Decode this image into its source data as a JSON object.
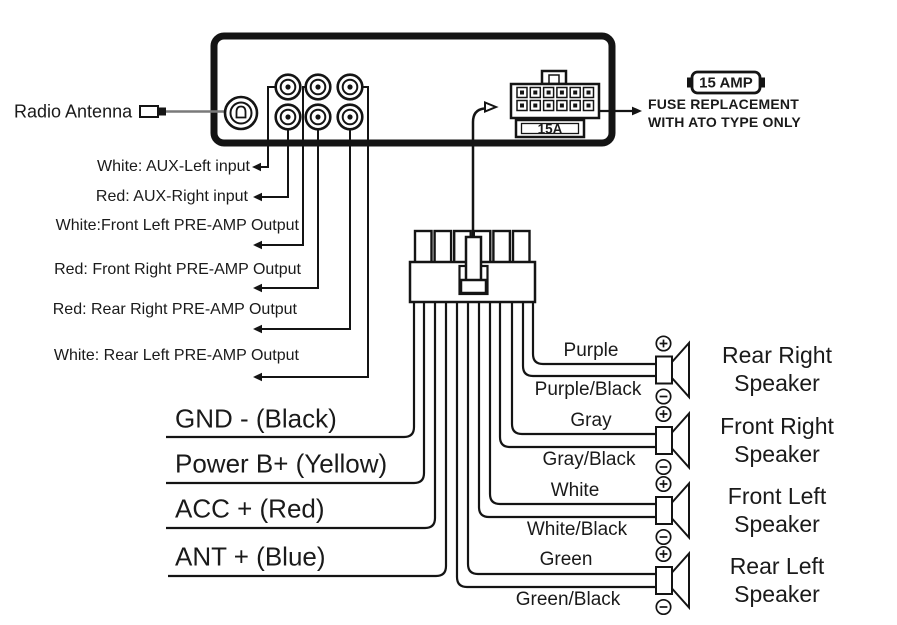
{
  "diagram": {
    "radio_antenna_label": "Radio Antenna",
    "rca_labels": [
      "White: AUX-Left input",
      "Red: AUX-Right input",
      "White:Front Left PRE-AMP Output",
      "Red: Front Right PRE-AMP Output",
      "Red: Rear Right PRE-AMP Output",
      "White: Rear Left PRE-AMP Output"
    ],
    "fuse": {
      "icon_label": "15 AMP",
      "rating": "15A",
      "note_line1": "FUSE REPLACEMENT",
      "note_line2": "WITH ATO TYPE ONLY"
    },
    "power_wires": [
      "GND - (Black)",
      "Power B+ (Yellow)",
      "ACC + (Red)",
      "ANT + (Blue)"
    ],
    "speakers": [
      {
        "positive": "Purple",
        "negative": "Purple/Black",
        "name_line1": "Rear Right",
        "name_line2": "Speaker"
      },
      {
        "positive": "Gray",
        "negative": "Gray/Black",
        "name_line1": "Front Right",
        "name_line2": "Speaker"
      },
      {
        "positive": "White",
        "negative": "White/Black",
        "name_line1": "Front Left",
        "name_line2": "Speaker"
      },
      {
        "positive": "Green",
        "negative": "Green/Black",
        "name_line1": "Rear Left",
        "name_line2": "Speaker"
      }
    ],
    "colors": {
      "line": "#141414",
      "background": "#ffffff"
    }
  }
}
